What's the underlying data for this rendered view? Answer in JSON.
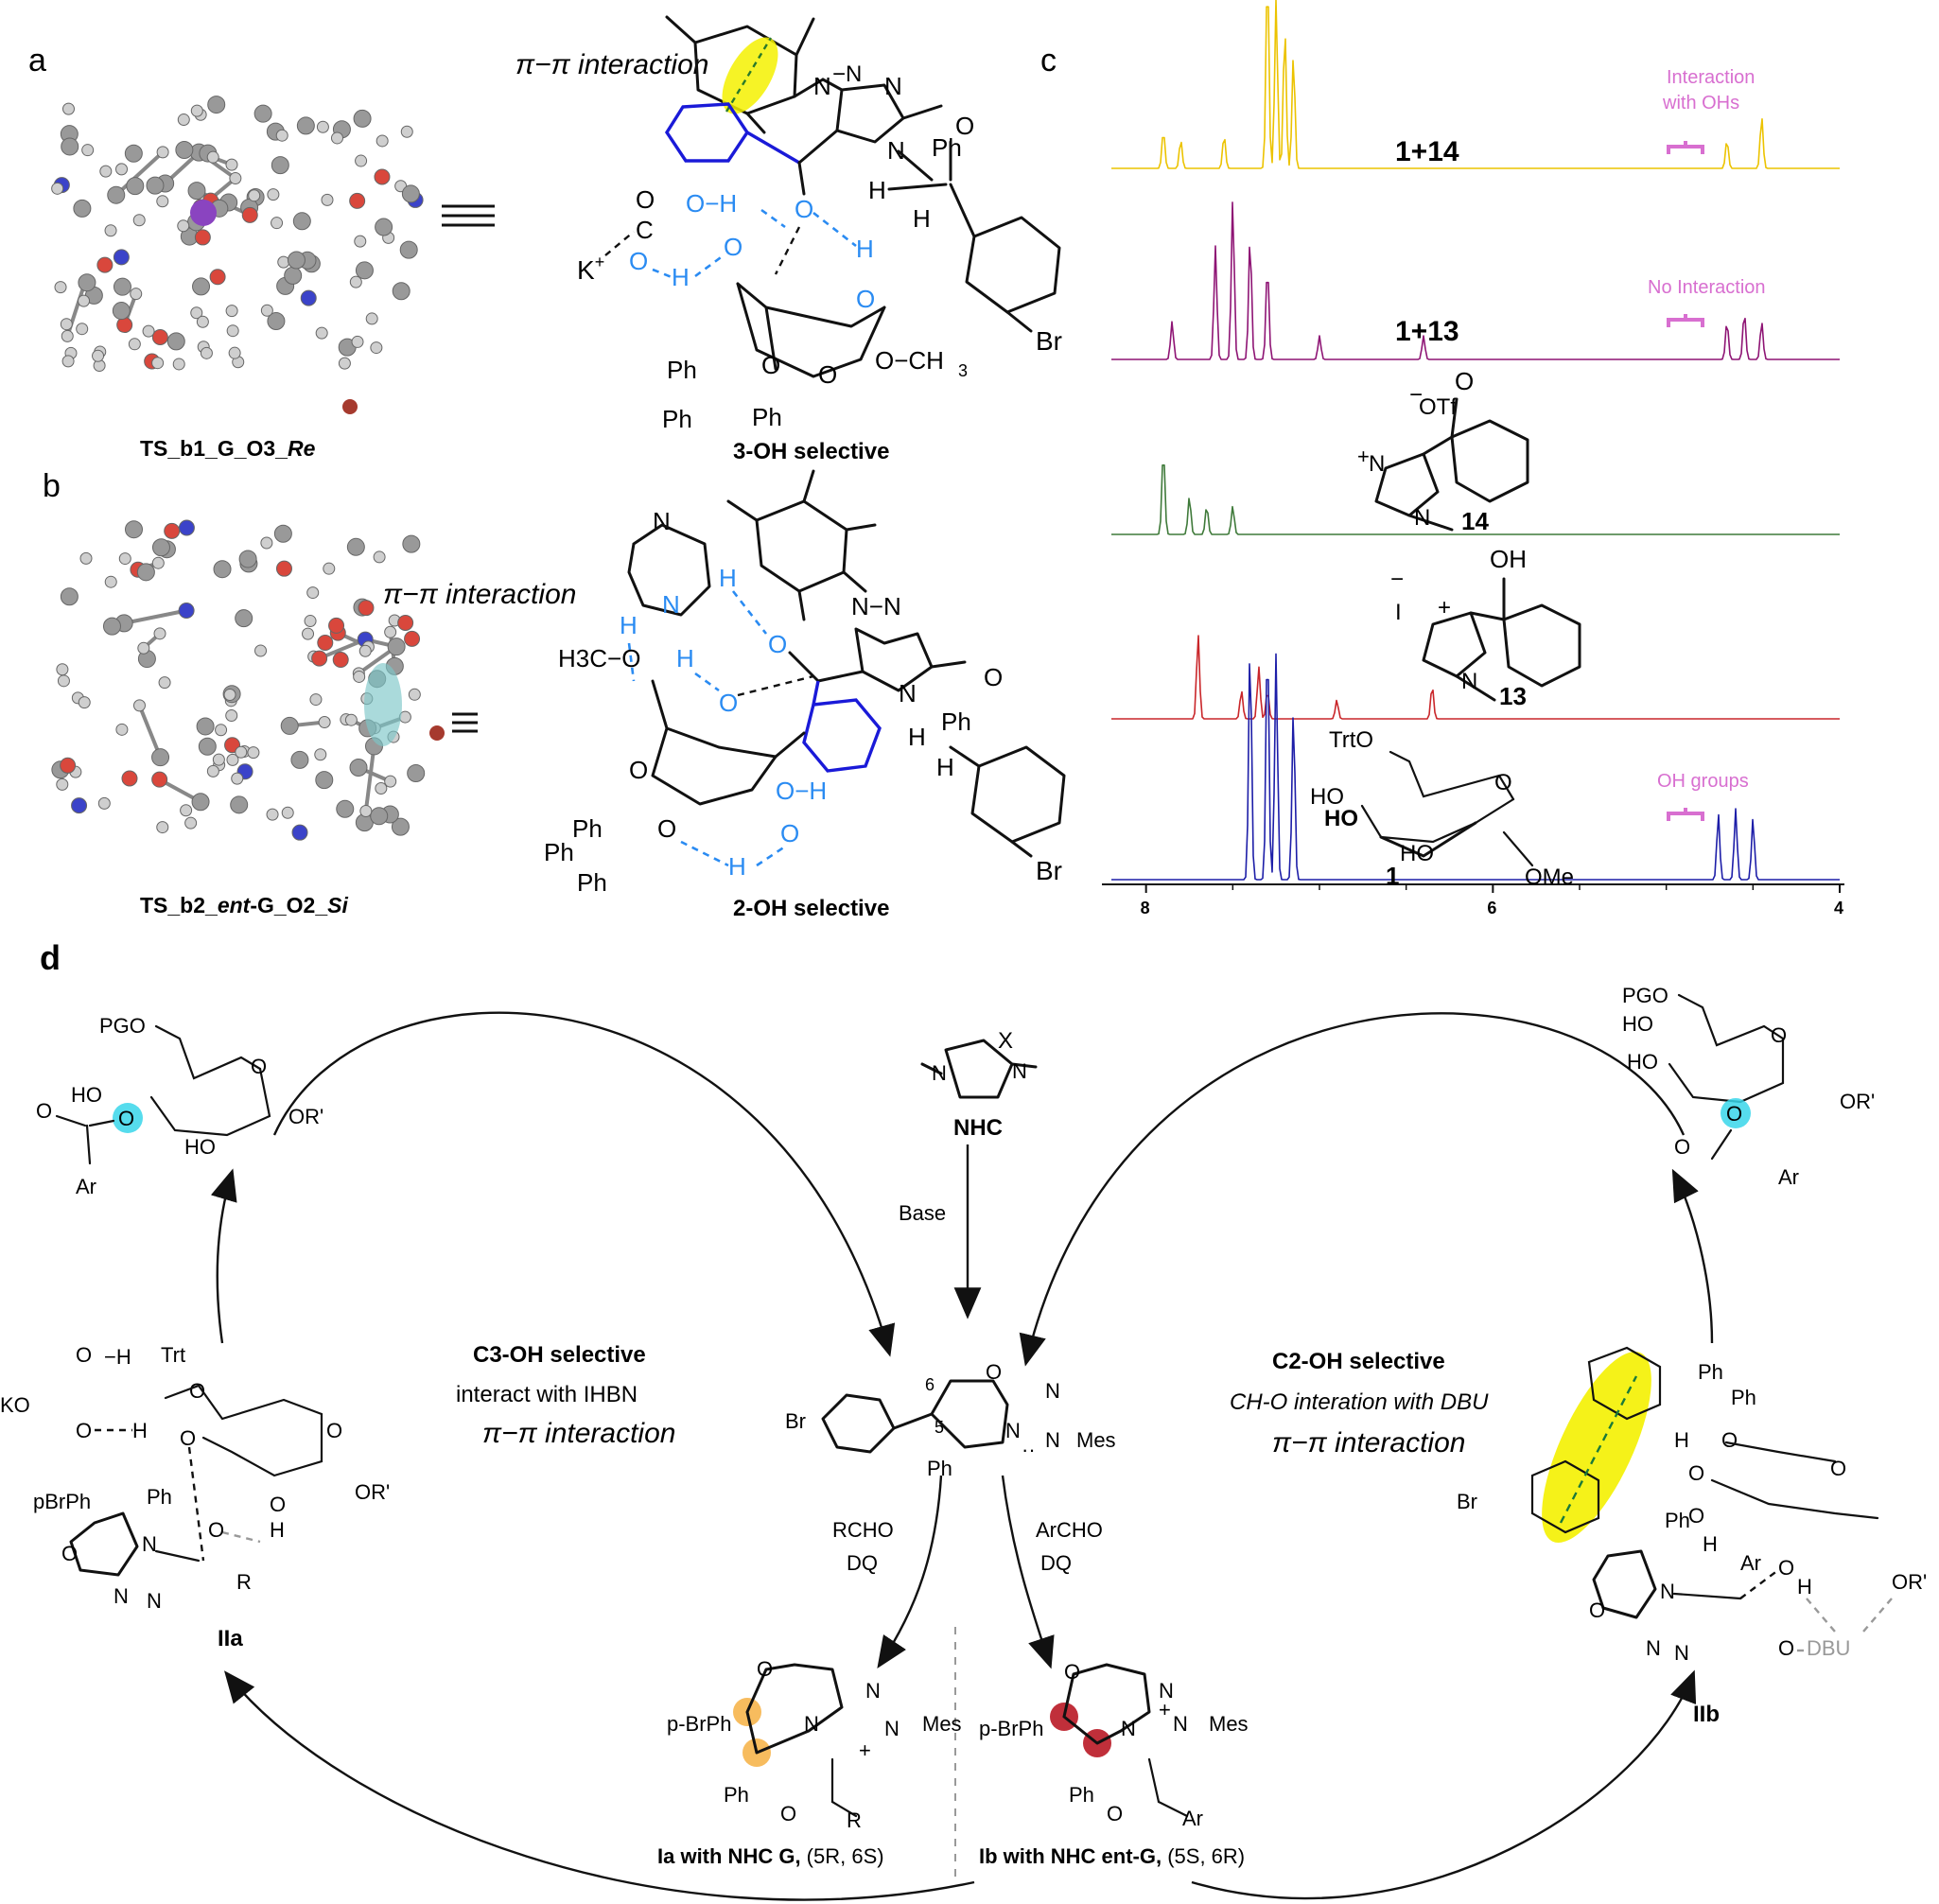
{
  "panels": {
    "a": {
      "letter": "a",
      "ts_label_prefix": "TS_b1_G_O3_",
      "ts_label_italic": "Re",
      "pi_label": "π−π interaction",
      "selectivity": "3-OH selective",
      "atoms": [
        "K",
        "+",
        "O",
        "H",
        "Ph",
        "OCH",
        "3",
        "Br"
      ]
    },
    "b": {
      "letter": "b",
      "ts_label_prefix": "TS_b2_",
      "ts_label_italic": "ent",
      "ts_label_suffix": "-G_O2_",
      "ts_label_italic2": "Si",
      "pi_label": "π−π interaction",
      "selectivity": "2-OH selective",
      "atoms": [
        "N",
        "H",
        "H3C",
        "O",
        "Ph",
        "Br"
      ]
    },
    "c": {
      "letter": "c",
      "spectra": [
        {
          "label": "1+14",
          "annotation": "Interaction with OHs",
          "color": "#ecc300"
        },
        {
          "label": "1+13",
          "annotation": "No Interaction",
          "color": "#8e1474"
        },
        {
          "label": "14",
          "annotation": "",
          "color": "#3f7a3a"
        },
        {
          "label": "13",
          "annotation": "",
          "color": "#c9262a"
        },
        {
          "label": "1",
          "annotation": "OH groups",
          "color": "#1d1ea8"
        }
      ],
      "axis_ticks": [
        "8",
        "6",
        "4"
      ],
      "compound14_labels": [
        "OTf",
        "O",
        "14"
      ],
      "compound13_labels": [
        "I",
        "OH",
        "13"
      ],
      "compound1_labels": [
        "TrtO",
        "HO",
        "HO",
        "HO",
        "O",
        "OMe",
        "1"
      ],
      "annotation_color": "#d86fd0"
    },
    "d": {
      "letter": "d",
      "nhc_label": "NHC",
      "nhc_x": "X",
      "base_label": "Base",
      "center_labels": [
        "Br",
        "6",
        "5",
        "Ph",
        "N",
        "N",
        "N",
        "Mes",
        "O"
      ],
      "left_condition": [
        "RCHO",
        "DQ"
      ],
      "right_condition": [
        "ArCHO",
        "DQ"
      ],
      "c3_title": "C3-OH selective",
      "c3_line2": "interact with IHBN",
      "c3_line3": "π−π interaction",
      "c2_title": "C2-OH selective",
      "c2_line2": "CH-O interation with DBU",
      "c2_line3": "π−π interaction",
      "ia_label_bold": "Ia with NHC G,",
      "ia_label_rest": " (5R, 6S)",
      "ib_label_bold": "Ib with NHC ent-G,",
      "ib_label_rest": " (5S, 6R)",
      "ia_labels": [
        "p-BrPh",
        "Ph",
        "O",
        "N",
        "N",
        "Mes",
        "R",
        "+"
      ],
      "ib_labels": [
        "p-BrPh",
        "Ph",
        "O",
        "N",
        "N",
        "Mes",
        "Ar",
        "+"
      ],
      "iia_label": "IIa",
      "iib_label": "IIb",
      "iia_labels": [
        "Trt",
        "O",
        "KO",
        "O",
        "H",
        "pBrPh",
        "Ph",
        "OR'",
        "R",
        "H"
      ],
      "iib_labels": [
        "Ph",
        "Ph",
        "Br",
        "O",
        "Ar",
        "OR'",
        "DBU",
        "H"
      ],
      "left_product_labels": [
        "PGO",
        "HO",
        "HO",
        "O",
        "OR'",
        "Ar"
      ],
      "right_product_labels": [
        "PGO",
        "HO",
        "HO",
        "O",
        "OR'",
        "Ar"
      ]
    }
  }
}
